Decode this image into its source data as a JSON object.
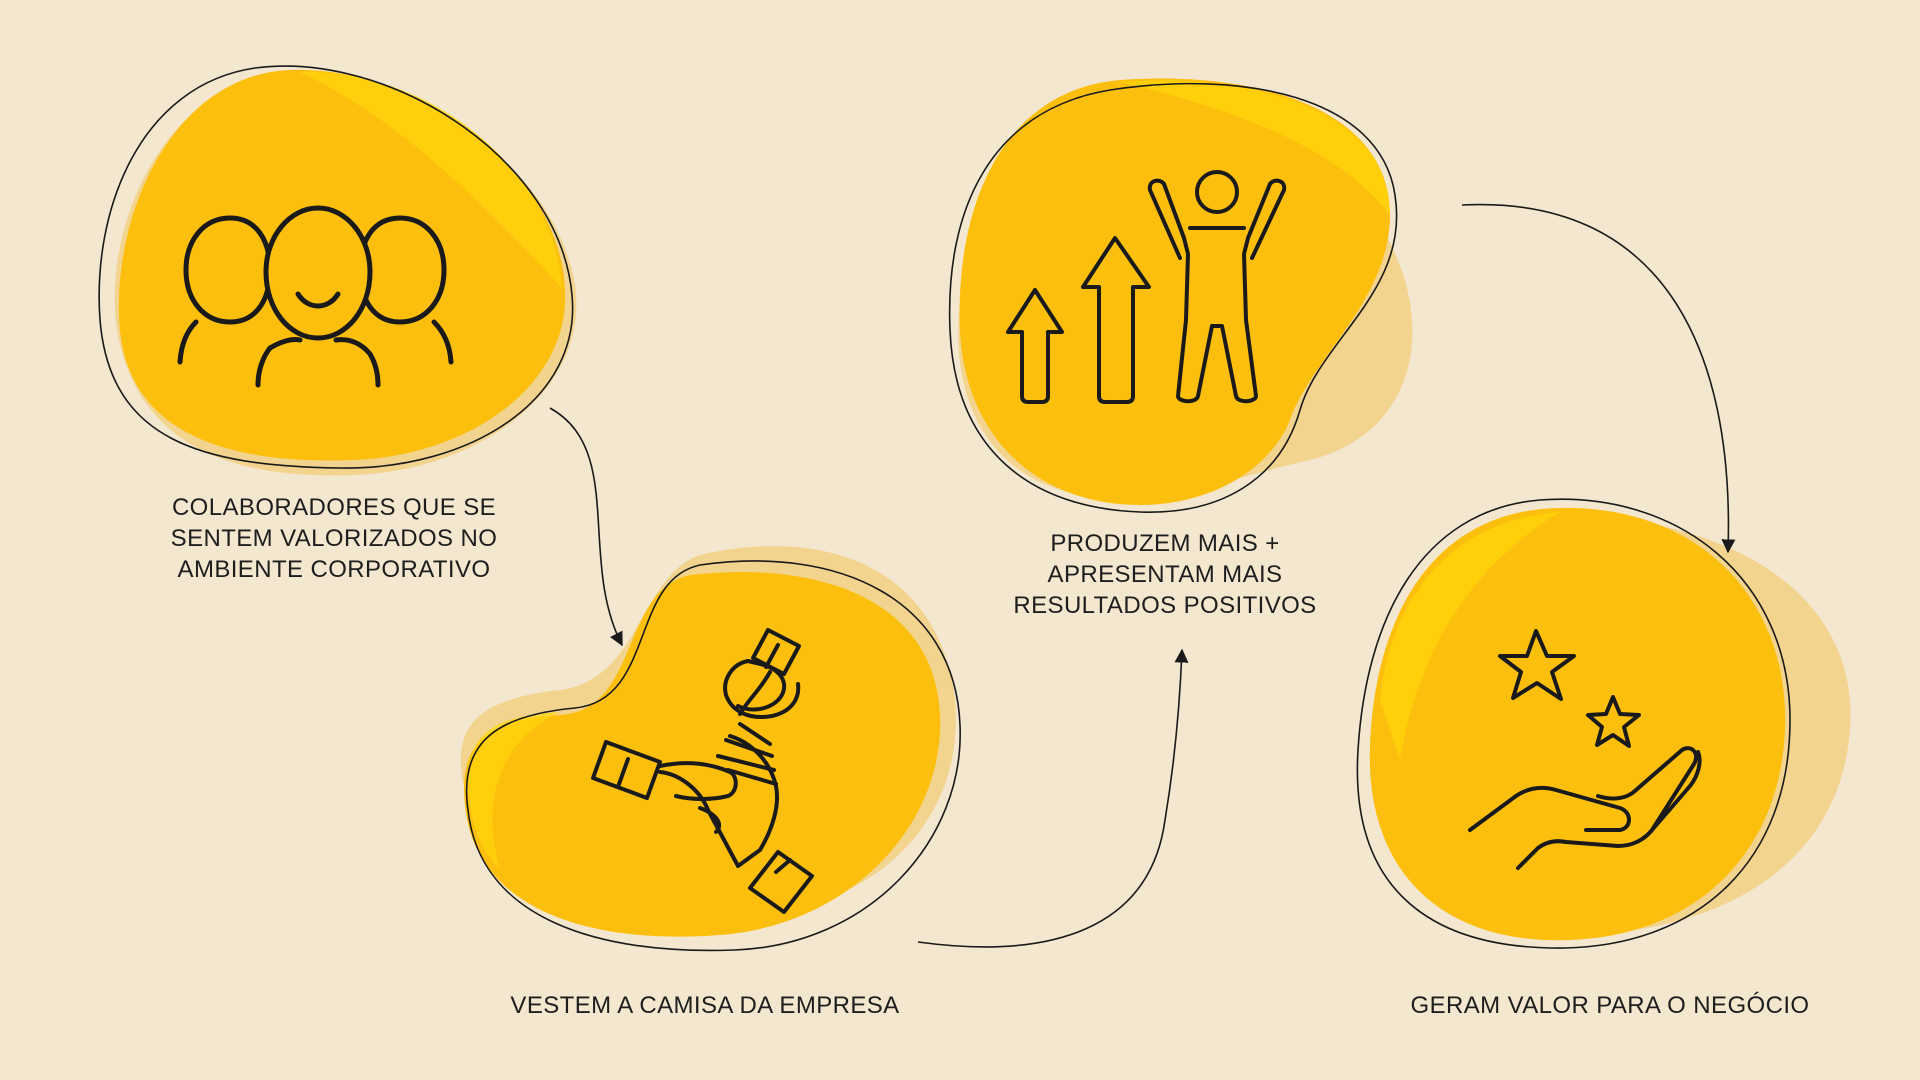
{
  "colors": {
    "background": "#f3e7cf",
    "blob_shadow": "#f2cd78",
    "blob_main": "#fdbf0e",
    "blob_highlight": "#ffd50a",
    "line": "#1a1a1a"
  },
  "steps": [
    {
      "icon": "team-people-icon",
      "caption_lines": [
        "COLABORADORES QUE SE",
        "SENTEM VALORIZADOS NO",
        "AMBIENTE CORPORATIVO"
      ]
    },
    {
      "icon": "stacked-hands-icon",
      "caption_lines": [
        "VESTEM A CAMISA DA EMPRESA"
      ]
    },
    {
      "icon": "growth-arrows-person-icon",
      "caption_lines": [
        "PRODUZEM MAIS +",
        "APRESENTAM MAIS",
        "RESULTADOS POSITIVOS"
      ]
    },
    {
      "icon": "hand-stars-icon",
      "caption_lines": [
        "GERAM VALOR PARA O NEGÓCIO"
      ]
    }
  ]
}
